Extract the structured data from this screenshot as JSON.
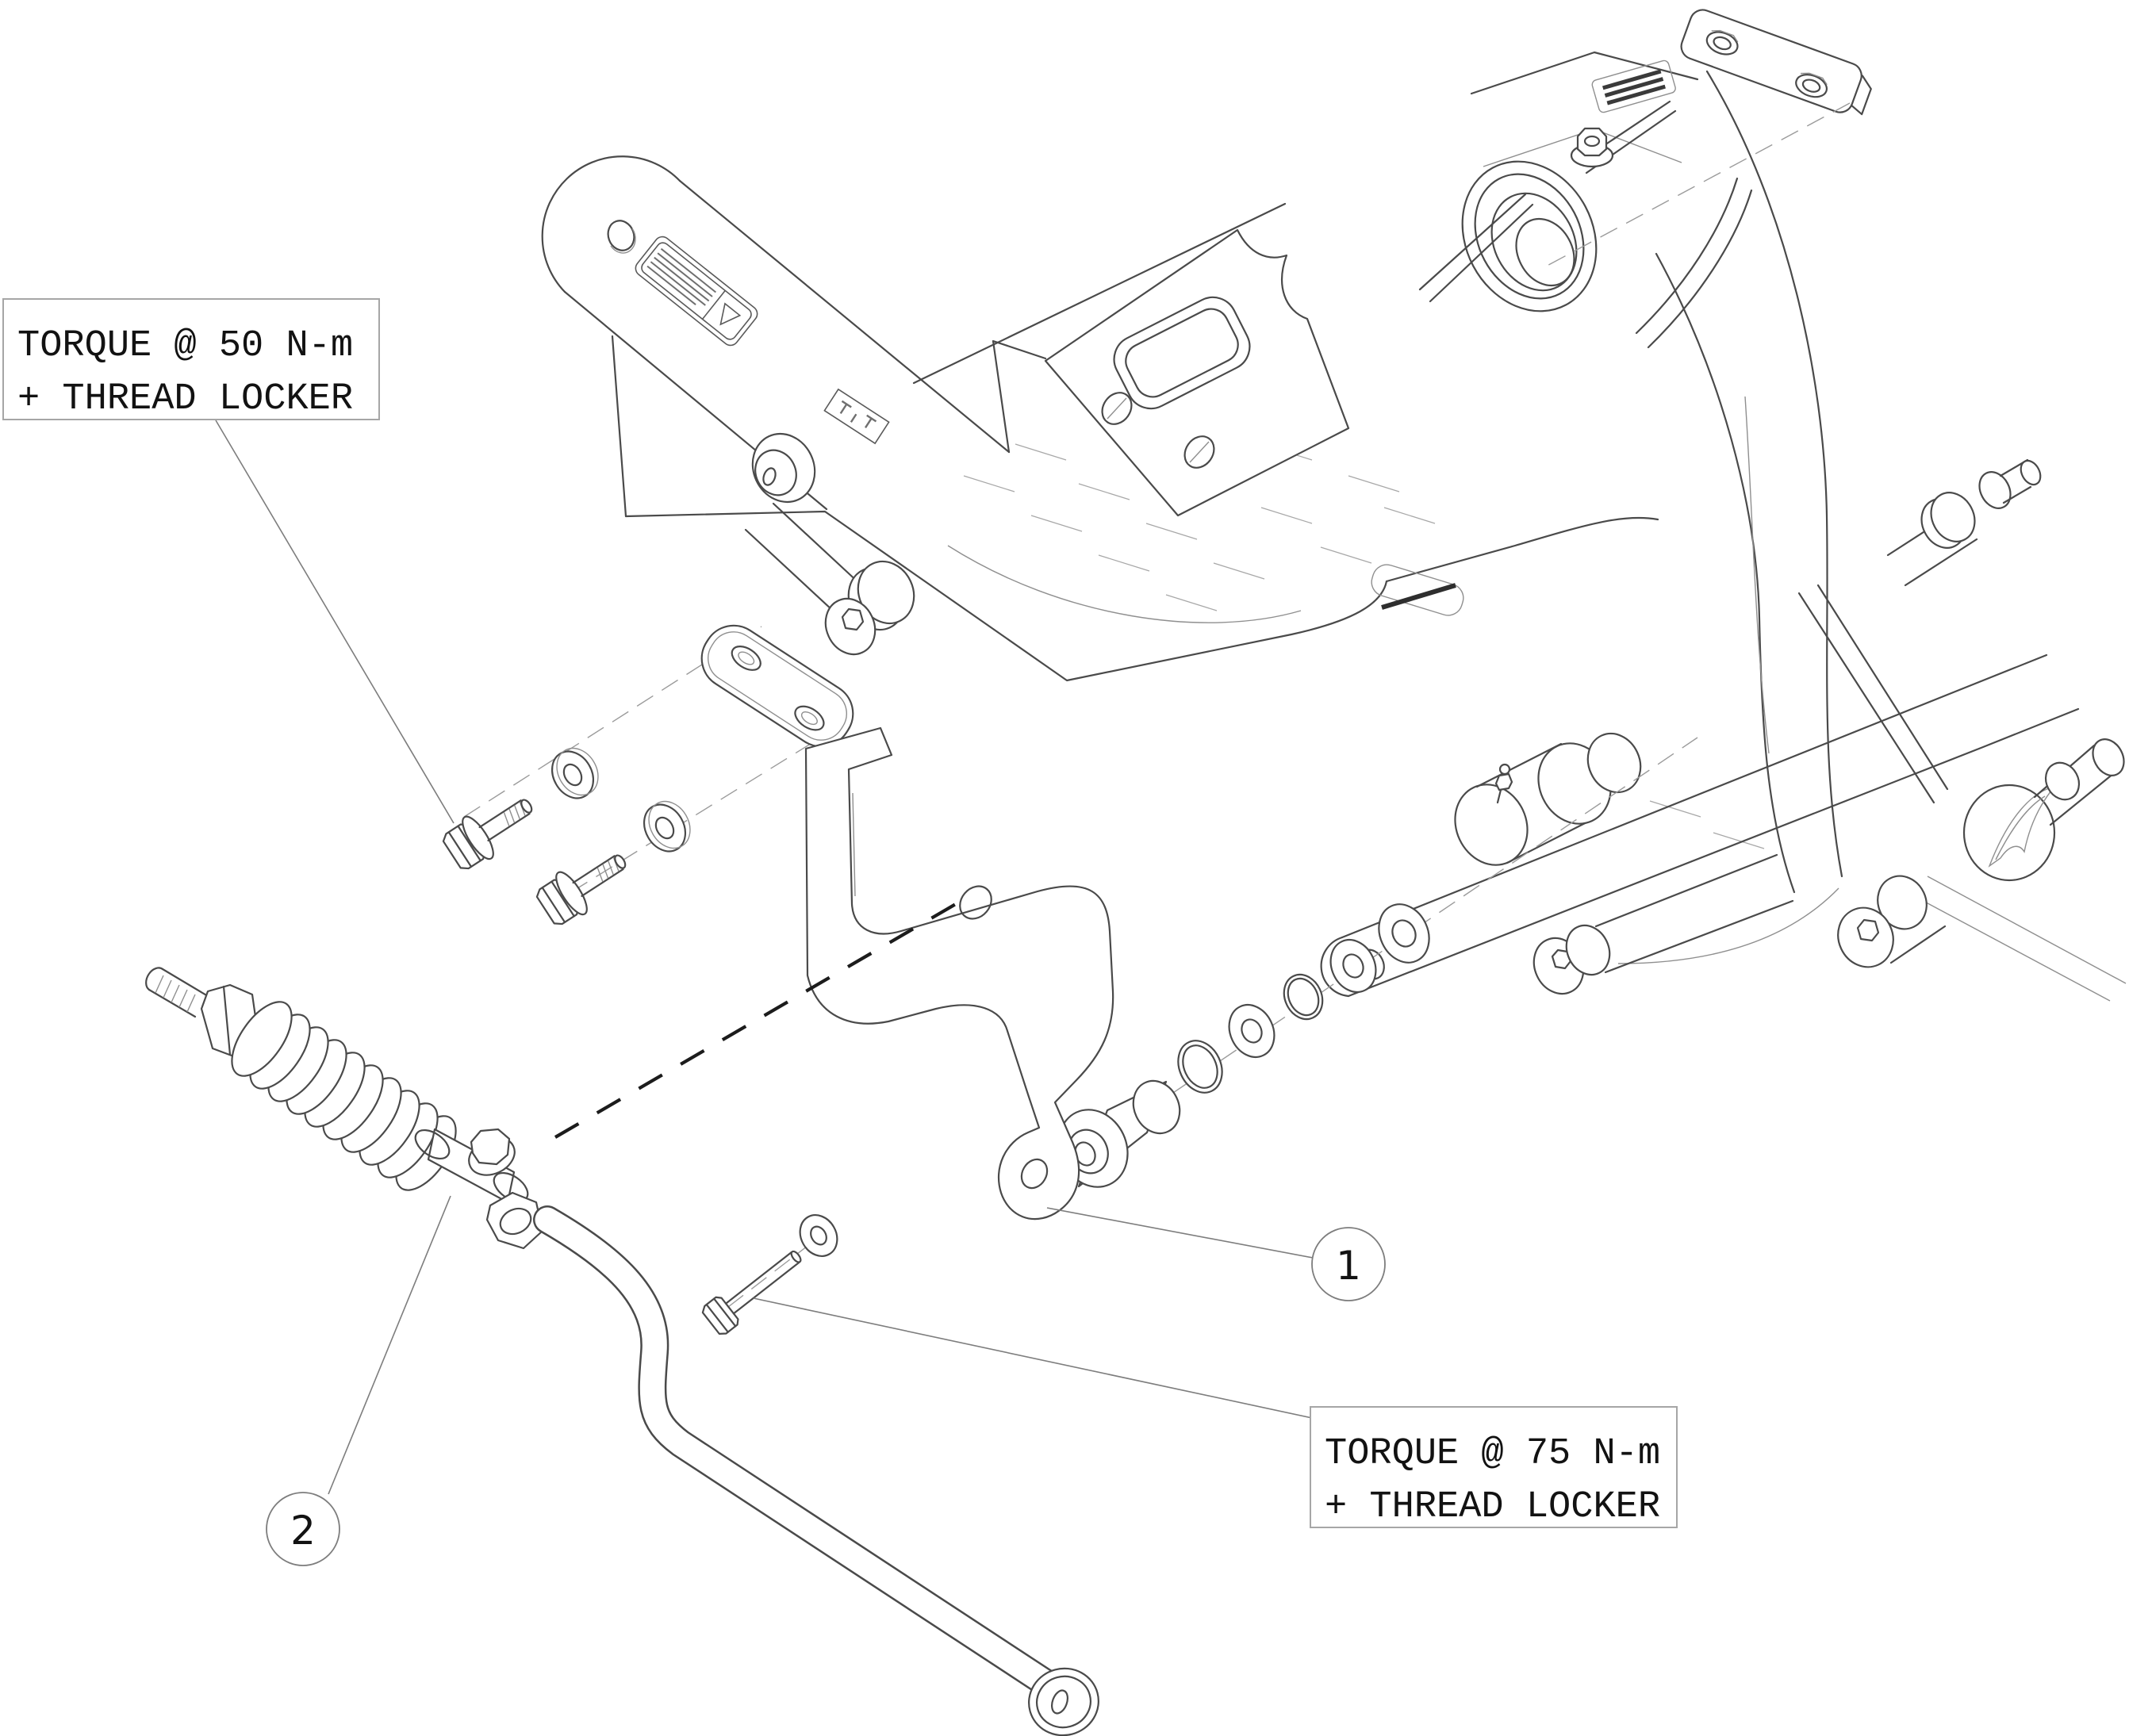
{
  "page": {
    "background": "#ffffff"
  },
  "drawing": {
    "type": "exploded-parts-diagram",
    "subject": "frame and stabilizer bar assembly",
    "line_color": "#4a4a4a",
    "bold_dash_color": "#1c1c1c"
  },
  "callouts": {
    "torque50": {
      "line1": "TORQUE @ 50 N-m",
      "line2": "+ THREAD LOCKER"
    },
    "torque75": {
      "line1": "TORQUE @ 75 N-m",
      "line2": "+ THREAD LOCKER"
    }
  },
  "balloons": {
    "item1": "1",
    "item2": "2"
  }
}
